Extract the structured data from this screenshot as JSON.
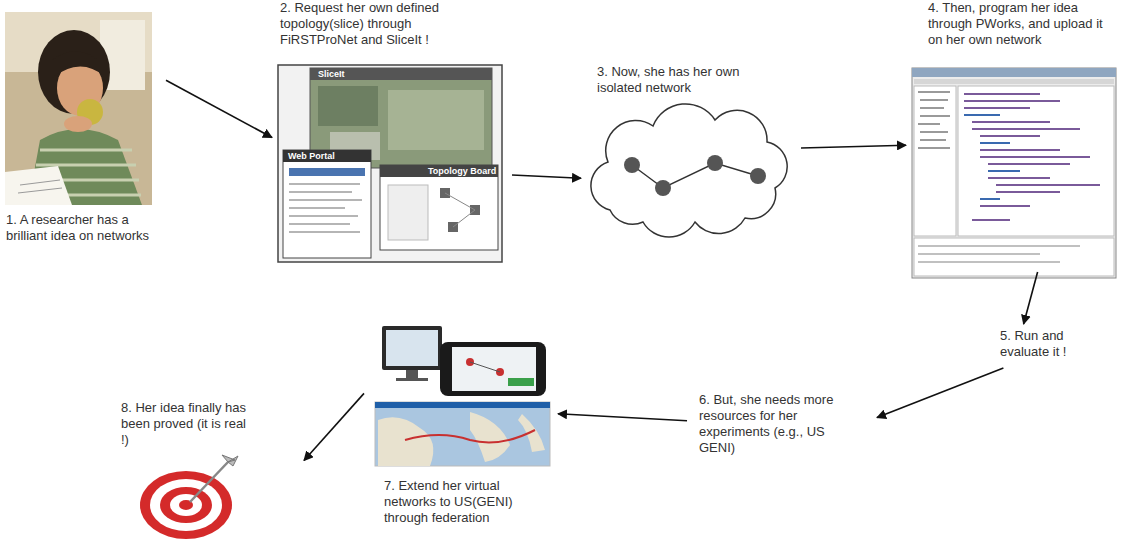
{
  "diagram": {
    "nodes": [
      {
        "text": [
          "1. A researcher has a brilliant idea on networks"
        ]
      },
      {
        "text": [
          "2. Request her own defined topology(slice) through FiRSTProNet and SliceIt !"
        ]
      },
      {
        "text": [
          "3. Now, she has her own isolated network"
        ]
      },
      {
        "text": [
          "4. Then, program her idea through PWorks, and upload it on her own network"
        ]
      },
      {
        "text": [
          "5. Run and evaluate it !"
        ]
      },
      {
        "text": [
          "6. But, she needs more resources for her experiments (e.g., US GENI)"
        ]
      },
      {
        "text": [
          "7. Extend her virtual networks to US(GENI) through federation"
        ]
      },
      {
        "text": [
          "8. Her idea finally has been proved (it is real !)"
        ]
      }
    ],
    "edges": [
      {
        "from": 0,
        "to": 1,
        "arrow": "to"
      },
      {
        "from": 1,
        "to": 2,
        "arrow": "to"
      },
      {
        "from": 2,
        "to": 3,
        "arrow": "to"
      },
      {
        "from": 3,
        "to": 4,
        "arrow": "to"
      },
      {
        "from": 4,
        "to": 5,
        "arrow": "to"
      },
      {
        "from": 5,
        "to": 6,
        "arrow": "to"
      },
      {
        "from": 6,
        "to": 7,
        "arrow": "to"
      }
    ],
    "labels": [
      "SliceIt",
      "Web Portal",
      "Topology Board"
    ]
  }
}
